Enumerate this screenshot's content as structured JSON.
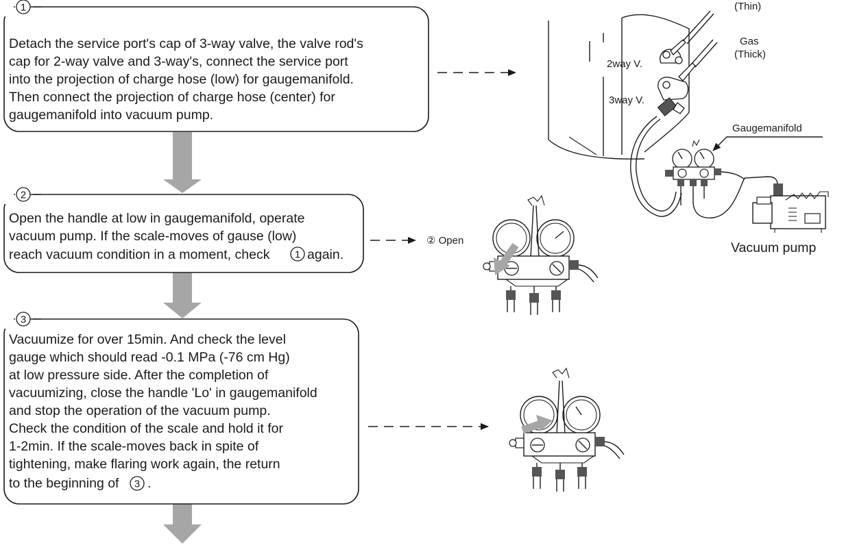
{
  "steps": [
    {
      "number": "1",
      "lines": [
        "Detach the service port's cap of 3-way valve, the valve rod's",
        "cap for 2-way valve and 3-way's, connect the service port",
        "into the projection of charge hose (low) for gaugemanifold.",
        "Then connect the projection of charge hose (center) for",
        "gaugemanifold into vacuum pump."
      ]
    },
    {
      "number": "2",
      "lines": [
        "Open the handle at low in gaugemanifold, operate",
        "vacuum pump. If the scale-moves of gause (low)",
        "reach vacuum condition in a moment, check"
      ],
      "ref_number": "1",
      "tail": "again."
    },
    {
      "number": "3",
      "lines": [
        "Vacuumize for over 15min. And check the level",
        "gauge which should read -0.1 MPa (-76 cm Hg)",
        "at low pressure side. After the completion of",
        "vacuumizing, close the handle 'Lo' in gaugemanifold",
        "and stop the operation of the vacuum pump.",
        "Check the condition of the scale and hold it for",
        "1-2min. If the scale-moves back in spite of",
        "tightening, make flaring work again, the return",
        "to the beginning of"
      ],
      "ref_number": "3",
      "tail": "."
    }
  ],
  "illustration_labels": {
    "thin": "(Thin)",
    "gas": "Gas",
    "thick": "(Thick)",
    "two_way": "2way V.",
    "three_way": "3way V.",
    "gaugemanifold": "Gaugemanifold",
    "vacuum_pump": "Vacuum pump",
    "open_note": "② Open"
  },
  "colors": {
    "flow_arrow": "#a6a6a6",
    "line": "#1a1a1a"
  }
}
